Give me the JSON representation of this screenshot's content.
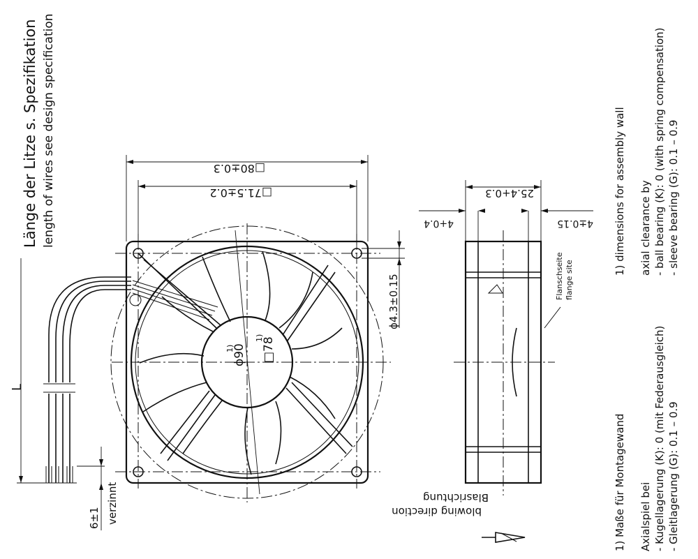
{
  "titles": {
    "wire_spec_de": "Länge der Litze s. Spezifikation",
    "wire_spec_en": "length of wires see design specification"
  },
  "dimensions": {
    "outer": "□80±0.3",
    "hole_pitch": "□71.5±0.2",
    "depth": "25.4+0.3",
    "flange_left": "4+0.4",
    "flange_right": "4±0.15",
    "hole_dia": "ϕ4.3±0.15",
    "circle_dia": "ϕ90",
    "circle_sup": "1)",
    "square": "□78",
    "square_sup": "1)",
    "wire_length": "L",
    "tin_length": "6±1",
    "tin_label": "verzinnt"
  },
  "side_view": {
    "flange_de": "Flanschseite",
    "flange_en": "flange site",
    "blow_de": "Blasrichtung",
    "blow_en": "blowing direction"
  },
  "notes": {
    "footnote_de": "1) Maße für Montagewand",
    "axial_de": "Axialspiel bei",
    "ball_de": "- Kugellagerung (K): 0 (mit Federausgleich)",
    "sleeve_de": "- Gleitlagerung (G): 0.1 – 0.9",
    "footnote_en": "1) dimensions for assembly wall",
    "axial_en": "axial clearance by",
    "ball_en": "- ball bearing (K): 0 (with spring compensation)",
    "sleeve_en": "- sleeve bearing (G): 0.1 – 0.9"
  }
}
